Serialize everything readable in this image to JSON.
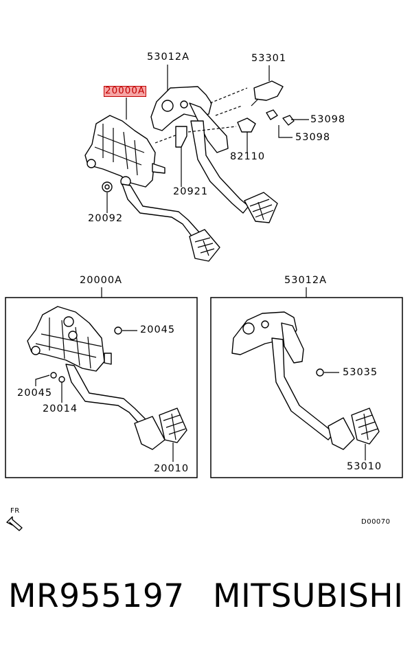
{
  "top_labels": {
    "l_53012A": "53012A",
    "l_53301": "53301",
    "l_20000A": "20000A",
    "l_53098_a": "53098",
    "l_53098_b": "53098",
    "l_82110": "82110",
    "l_20921": "20921",
    "l_20092": "20092"
  },
  "left_box": {
    "title": "20000A",
    "l_20045_a": "20045",
    "l_20045_b": "20045",
    "l_20014": "20014",
    "l_20010": "20010"
  },
  "right_box": {
    "title": "53012A",
    "l_53035": "53035",
    "l_53010": "53010"
  },
  "footer": {
    "fr": "FR",
    "code": "D00070",
    "part_number": "MR955197",
    "brand": "MITSUBISHI"
  },
  "colors": {
    "highlight_fill": "#f6a5a5",
    "highlight_text": "#c00000"
  }
}
